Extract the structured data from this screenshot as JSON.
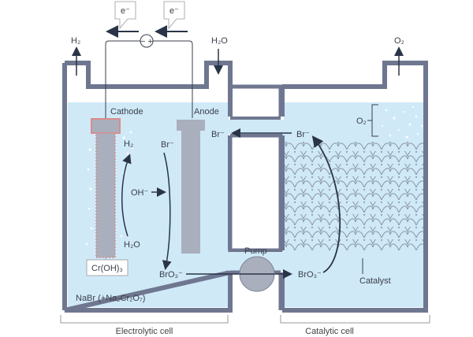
{
  "diagram": {
    "colors": {
      "wall": "#6f7790",
      "electrolyte": "#cfe9f7",
      "electrode": "#a9afbd",
      "arrow": "#2a3448",
      "cathode_outline": "#d98c8c",
      "catalyst_line": "#8a95a5"
    },
    "power_supply": {
      "symbol": "− +",
      "electron_labels": [
        "e⁻",
        "e⁻"
      ]
    },
    "gases": {
      "h2_out": "H₂",
      "h2o_in": "H₂O",
      "o2_out": "O₂"
    },
    "electrolytic_cell": {
      "cathode_label": "Cathode",
      "anode_label": "Anode",
      "cathode_product": "H₂",
      "cathode_reactant": "H₂O",
      "hydroxide": "OH⁻",
      "anode_reactant": "Br⁻",
      "anode_product": "BrO₃⁻",
      "coating_label": "Cr(OH)₃",
      "electrolyte_label": "NaBr  (+Na₂Cr₂O₇)",
      "footer": "Electrolytic cell"
    },
    "connector": {
      "return_ion": "Br⁻",
      "pump_label": "Pump"
    },
    "catalytic_cell": {
      "gas_label": "O₂",
      "outflow_ion": "Br⁻",
      "inflow_ion": "BrO₃⁻",
      "catalyst_label": "Catalyst",
      "footer": "Catalytic cell"
    }
  }
}
